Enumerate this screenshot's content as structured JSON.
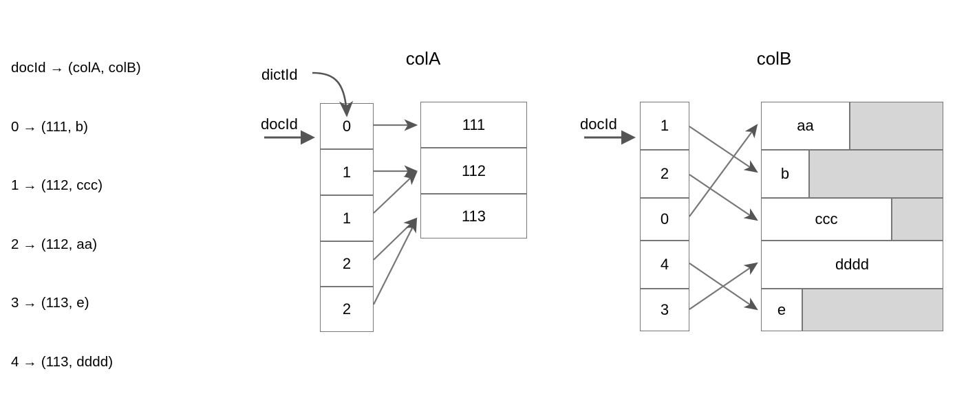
{
  "legend": {
    "lines": [
      "docId → (colA, colB)",
      "0 → (111, b)",
      "1 → (112, ccc)",
      "2 → (112, aa)",
      "3 → (113, e)",
      "4 → (113, dddd)"
    ]
  },
  "colors": {
    "stroke": "#777777",
    "padding_fill": "#d6d6d6",
    "text": "#000000",
    "background": "#ffffff"
  },
  "colA": {
    "title": "colA",
    "dictid_label": "dictId",
    "docid_label": "docId",
    "index_column": {
      "name": "dictId-index",
      "values": [
        "0",
        "1",
        "1",
        "2",
        "2"
      ]
    },
    "dictionary": {
      "name": "colA-dictionary",
      "values": [
        "111",
        "112",
        "113"
      ]
    },
    "links": [
      {
        "from_row": 0,
        "to_row": 0
      },
      {
        "from_row": 1,
        "to_row": 1
      },
      {
        "from_row": 2,
        "to_row": 1
      },
      {
        "from_row": 3,
        "to_row": 2
      },
      {
        "from_row": 4,
        "to_row": 2
      }
    ]
  },
  "colB": {
    "title": "colB",
    "docid_label": "docId",
    "index_column": {
      "name": "offset-index",
      "values": [
        "1",
        "2",
        "0",
        "4",
        "3"
      ]
    },
    "values": {
      "name": "colB-values",
      "rows": [
        {
          "text": "aa",
          "fill_fraction": 0.486
        },
        {
          "text": "b",
          "fill_fraction": 0.264
        },
        {
          "text": "ccc",
          "fill_fraction": 0.716
        },
        {
          "text": "dddd",
          "fill_fraction": 1.0
        },
        {
          "text": "e",
          "fill_fraction": 0.226
        }
      ]
    },
    "links": [
      {
        "from_row": 0,
        "to_row": 1
      },
      {
        "from_row": 1,
        "to_row": 2
      },
      {
        "from_row": 2,
        "to_row": 0
      },
      {
        "from_row": 3,
        "to_row": 4
      },
      {
        "from_row": 4,
        "to_row": 3
      }
    ]
  }
}
